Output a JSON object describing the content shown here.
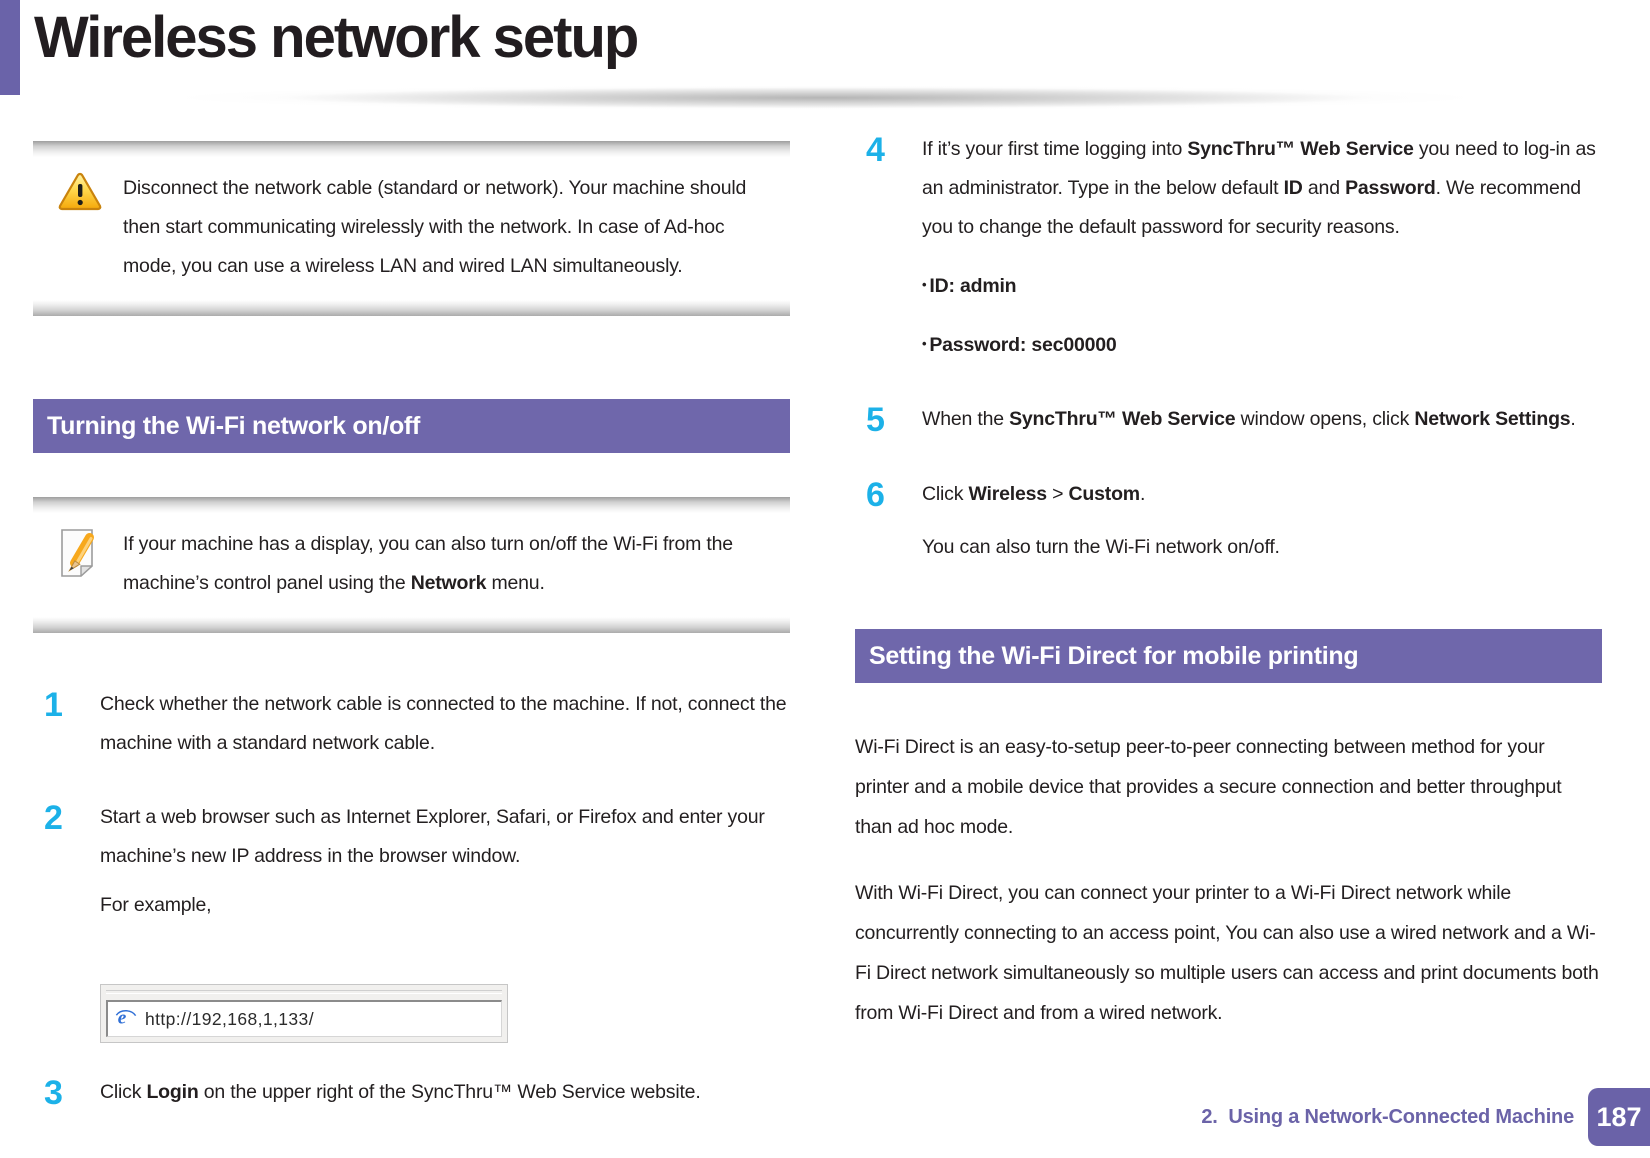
{
  "page": {
    "title": "Wireless network setup",
    "footer_chapter": "2.  Using a Network-Connected Machine",
    "footer_page": "187"
  },
  "colors": {
    "header_purple": "#6f67ab",
    "accent_purple": "#6a63a9",
    "step_number_cyan": "#1cb1e8",
    "body_text": "#231f20"
  },
  "icons": {
    "warning": "warning-triangle-icon",
    "note": "note-pencil-icon",
    "browser": "internet-explorer-icon"
  },
  "warning_box": {
    "text": "Disconnect the network cable (standard or network). Your machine should then start communicating wirelessly with the network. In case of Ad-hoc mode, you can use a wireless LAN and wired LAN simultaneously."
  },
  "section_wifi_onoff": {
    "title": "Turning the Wi-Fi network on/off",
    "note": [
      {
        "t": "If your machine has a display, you can also turn on/off the Wi-Fi from the machine’s control panel using the "
      },
      {
        "t": "Network",
        "b": true
      },
      {
        "t": " menu."
      }
    ],
    "steps": {
      "step1": {
        "num": "1",
        "text": [
          {
            "t": "Check whether the network cable is connected to the machine. If not, connect the machine with a standard network cable."
          }
        ]
      },
      "step2": {
        "num": "2",
        "text": [
          {
            "t": "Start a web browser such as Internet Explorer, Safari, or Firefox and enter your machine’s new IP address in the browser window."
          }
        ],
        "example_label": "For example,",
        "address_url": "http://192,168,1,133/"
      },
      "step3": {
        "num": "3",
        "text": [
          {
            "t": "Click "
          },
          {
            "t": "Login",
            "b": true
          },
          {
            "t": " on the upper right of the SyncThru™ Web Service website."
          }
        ]
      },
      "step4": {
        "num": "4",
        "text": [
          {
            "t": "If it’s your first time logging into "
          },
          {
            "t": "SyncThru™ Web Service",
            "b": true
          },
          {
            "t": " you need to log-in as an administrator. Type in the below default "
          },
          {
            "t": "ID",
            "b": true
          },
          {
            "t": " and "
          },
          {
            "t": "Password",
            "b": true
          },
          {
            "t": ". We recommend you to change the default password for security reasons."
          }
        ],
        "bullet_char": "•",
        "bullets": {
          "id": "ID: admin",
          "password": "Password: sec00000"
        }
      },
      "step5": {
        "num": "5",
        "text": [
          {
            "t": "When the "
          },
          {
            "t": "SyncThru™ Web Service",
            "b": true
          },
          {
            "t": " window opens, click "
          },
          {
            "t": "Network Settings",
            "b": true
          },
          {
            "t": "."
          }
        ]
      },
      "step6": {
        "num": "6",
        "text": [
          {
            "t": "Click "
          },
          {
            "t": "Wireless",
            "b": true
          },
          {
            "t": " > "
          },
          {
            "t": "Custom",
            "b": true
          },
          {
            "t": "."
          }
        ],
        "subtext": "You can also turn the Wi-Fi network on/off."
      }
    }
  },
  "section_wifi_direct": {
    "title": "Setting the Wi-Fi Direct for mobile printing",
    "para1": "Wi-Fi Direct is an easy-to-setup peer-to-peer connecting between method for your printer and a mobile device that provides a secure connection and better throughput than ad hoc mode.",
    "para2": "With Wi-Fi Direct, you can connect your printer to a Wi-Fi Direct network while concurrently connecting to an access point, You can also use a wired network and a Wi-Fi Direct network simultaneously so multiple users can access and print documents both from Wi-Fi Direct and from a wired network."
  }
}
